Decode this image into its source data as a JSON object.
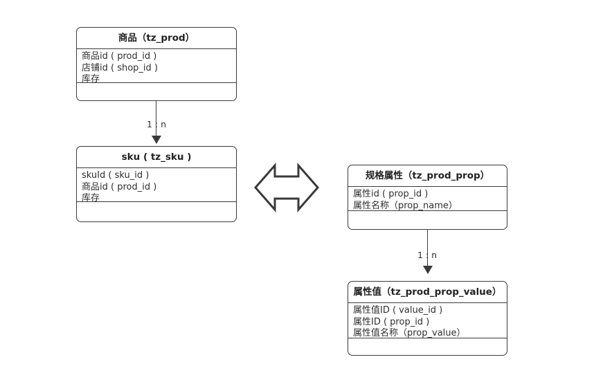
{
  "diagram": {
    "title": "",
    "background_color": "#ffffff",
    "line_color": "#3a3a3a",
    "text_color": "#2e2e2e",
    "entities": [
      {
        "id": "tz_prod",
        "header": "商品（tz_prod）",
        "attributes": [
          "商品id ( prod_id )",
          "店铺id ( shop_id )",
          "库存"
        ],
        "methods": []
      },
      {
        "id": "tz_sku",
        "header": "sku ( tz_sku )",
        "attributes": [
          "skuId ( sku_id )",
          "商品id ( prod_id )",
          "库存"
        ],
        "methods": []
      },
      {
        "id": "tz_prod_prop",
        "header": "规格属性（tz_prod_prop）",
        "attributes": [
          "属性id ( prop_id )",
          "属性名称（prop_name）"
        ],
        "methods": []
      },
      {
        "id": "tz_prod_prop_value",
        "header": "属性值（tz_prod_prop_value）",
        "attributes": [
          "属性值ID ( value_id )",
          "属性ID ( prop_id )",
          "属性值名称（prop_value）"
        ],
        "methods": []
      }
    ],
    "relations": [
      {
        "id": "prod-to-sku",
        "from": "tz_prod",
        "to": "tz_sku",
        "label": "1 : n",
        "arrow": "down"
      },
      {
        "id": "prop-to-prop-value",
        "from": "tz_prod_prop",
        "to": "tz_prod_prop_value",
        "label": "1 : n",
        "arrow": "down"
      },
      {
        "id": "sku-to-prop",
        "from": "tz_sku",
        "to": "tz_prod_prop",
        "label": "",
        "arrow": "double-horizontal"
      }
    ]
  }
}
